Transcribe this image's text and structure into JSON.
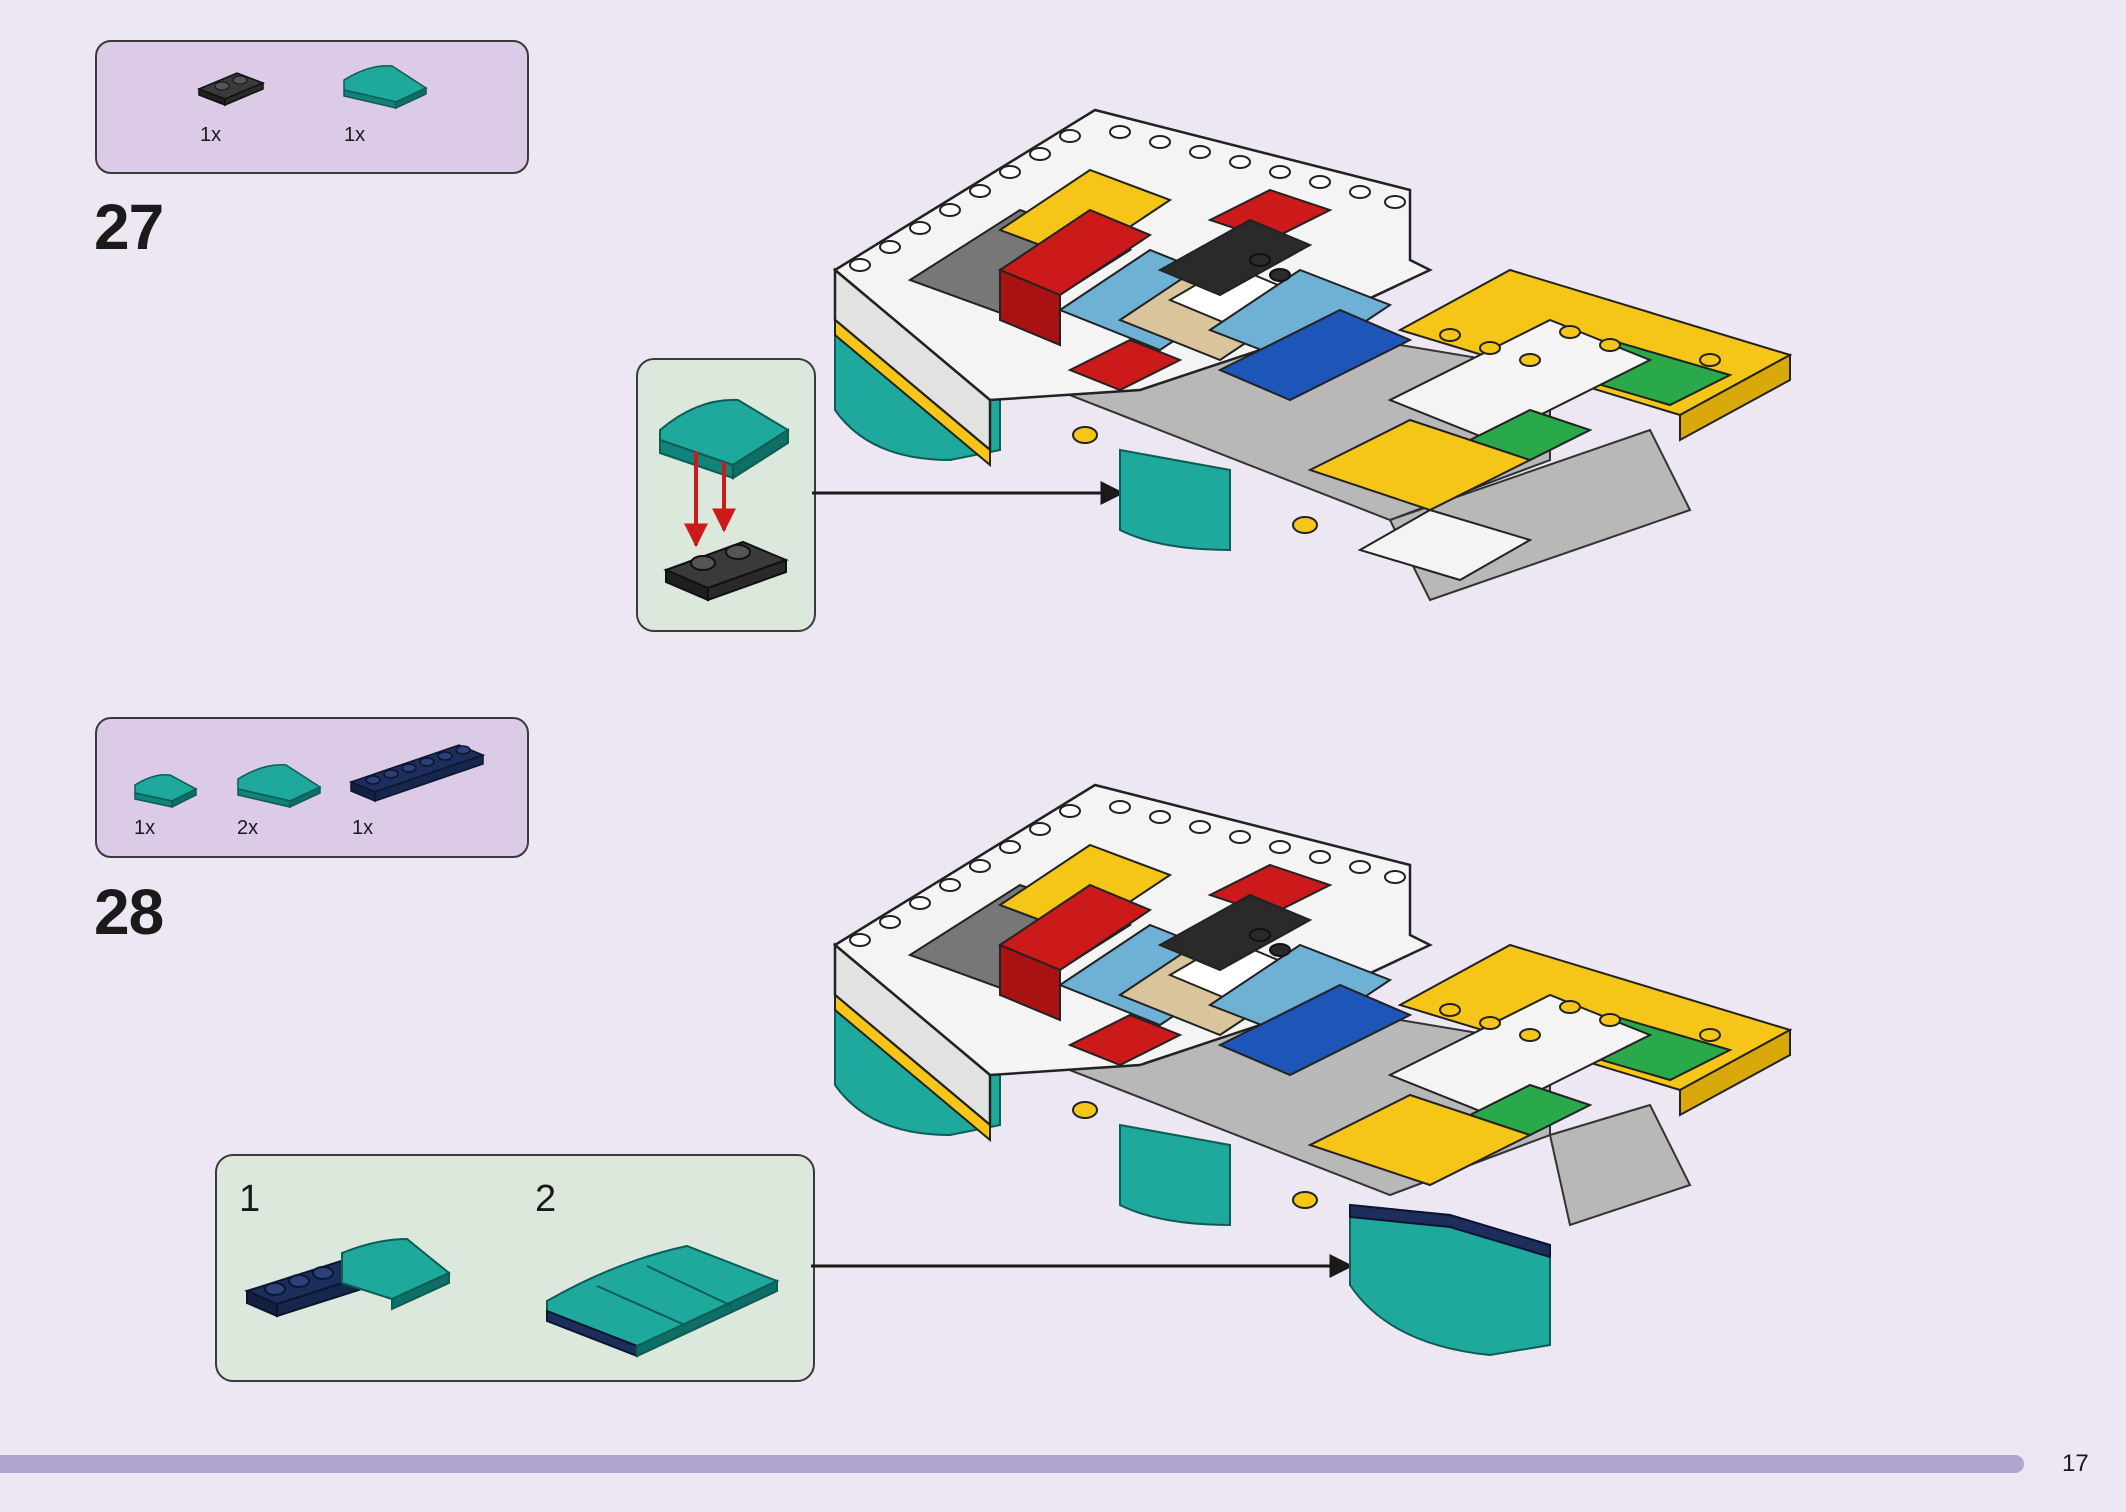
{
  "steps": [
    {
      "number": "27",
      "parts": [
        {
          "qty": "1x",
          "part": "black-plate-1x2-icon"
        },
        {
          "qty": "1x",
          "part": "teal-curved-slope-icon"
        }
      ],
      "callout": {
        "subs": []
      }
    },
    {
      "number": "28",
      "parts": [
        {
          "qty": "1x",
          "part": "teal-small-curved-slope-icon"
        },
        {
          "qty": "2x",
          "part": "teal-curved-slope-icon"
        },
        {
          "qty": "1x",
          "part": "dark-blue-plate-1x6-icon"
        }
      ],
      "callout": {
        "subs": [
          "1",
          "2"
        ]
      }
    }
  ],
  "page_number": "17",
  "colors": {
    "background": "#ede6f3",
    "parts_box": "#dccbe6",
    "callout": "#dde8dc",
    "progress": "#b2a4d0",
    "teal": "#1fa99d",
    "red": "#cc1a1a",
    "yellow": "#f5c518",
    "light_blue": "#6fb1d4",
    "blue": "#1e55b8",
    "green": "#2aa94a",
    "tan": "#d9c49b",
    "dark_blue": "#1d2d5c",
    "black": "#2a2a2a"
  }
}
